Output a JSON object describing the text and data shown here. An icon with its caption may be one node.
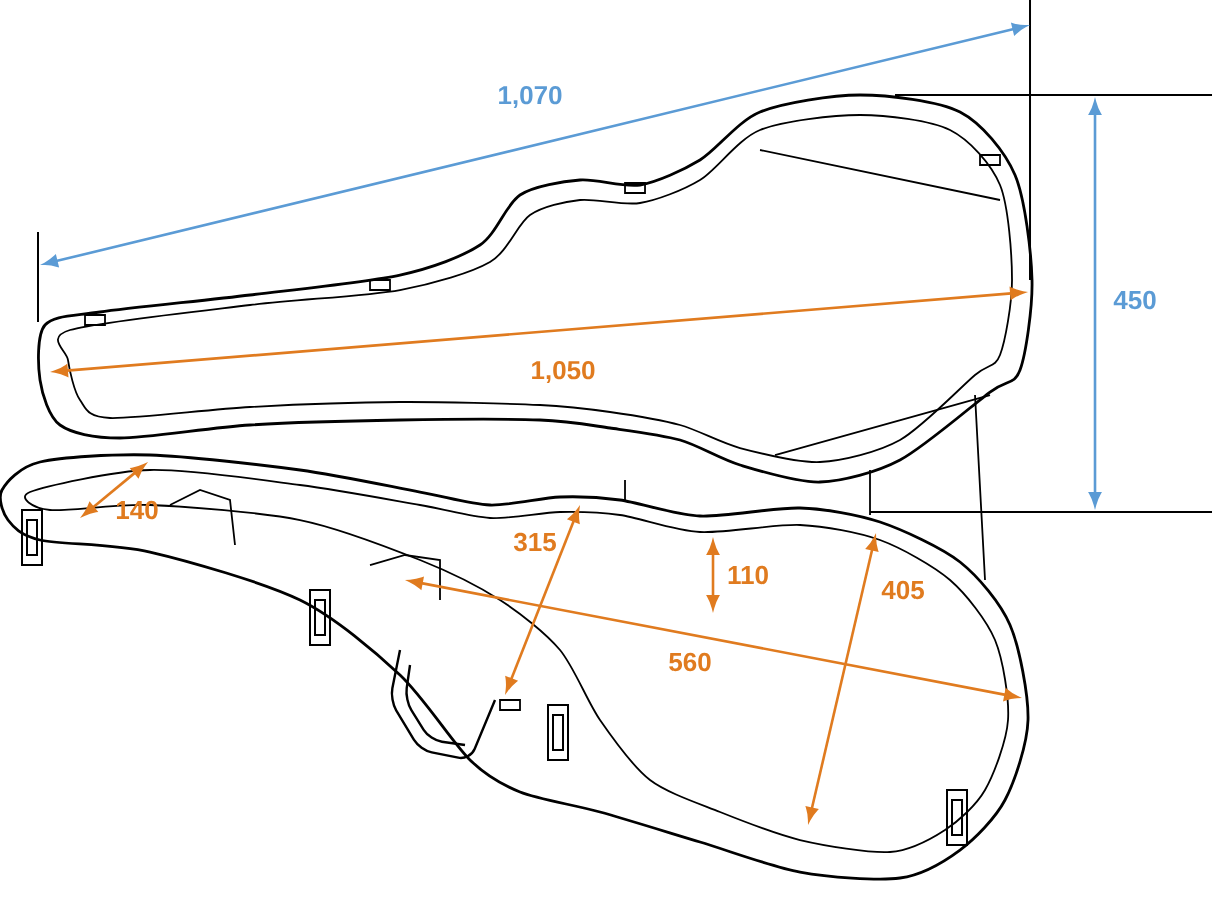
{
  "diagram": {
    "labels": [
      "1,070",
      "450",
      "1,050",
      "140",
      "315",
      "110",
      "405",
      "560"
    ]
  }
}
